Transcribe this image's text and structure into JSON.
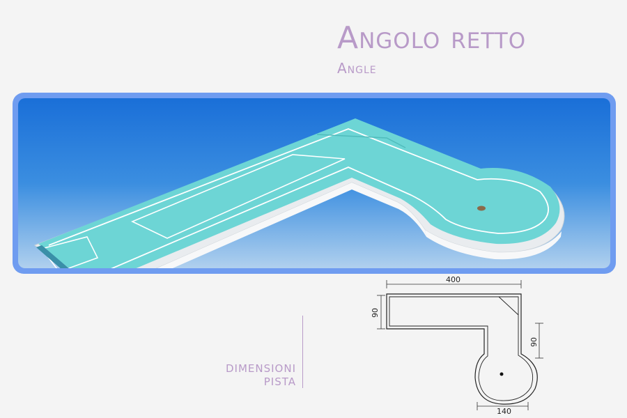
{
  "header": {
    "title": "Angolo retto",
    "subtitle": "Angle"
  },
  "section": {
    "label_line1": "DIMENSIONI",
    "label_line2": "PISTA"
  },
  "plan": {
    "width_top": "400",
    "height_left": "90",
    "height_right": "90",
    "width_bottom": "140"
  },
  "colors": {
    "title": "#b89ac8",
    "frame": "#6f9cf0",
    "felt": "#6fd6d6",
    "border": "#f4f4f4"
  }
}
